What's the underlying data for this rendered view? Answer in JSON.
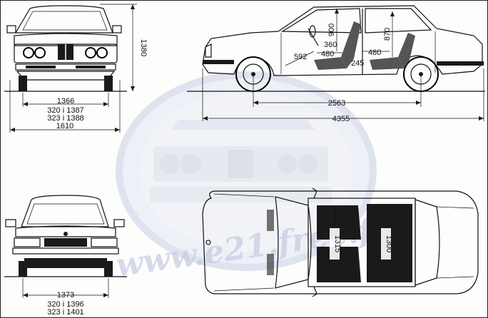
{
  "front_view": {
    "height": "1380",
    "track": "1366",
    "track_320": "320 i 1387",
    "track_323": "323 i 1388",
    "width": "1610"
  },
  "side_view": {
    "wheelbase": "2563",
    "length": "4355",
    "head_front": "900",
    "head_rear": "870",
    "seat_front_height": "360",
    "seat_front_depth": "480",
    "seat_rear_depth": "480",
    "legroom_front": "592",
    "seat_rear_height": "245"
  },
  "rear_view": {
    "track": "1373",
    "track_320": "320 i 1396",
    "track_323": "323 i 1401"
  },
  "top_view": {
    "shoulder_front": "1315",
    "shoulder_rear": "1300"
  },
  "watermark": {
    "text": "www.e21.free.fr",
    "color": "#c9cde4"
  }
}
